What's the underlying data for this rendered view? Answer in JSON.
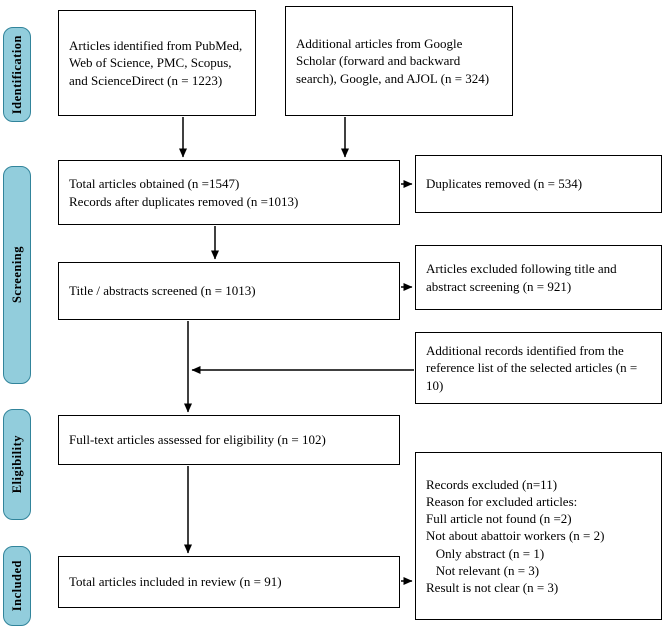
{
  "stages": [
    {
      "label": "Identification"
    },
    {
      "label": "Screening"
    },
    {
      "label": "Eligibility"
    },
    {
      "label": "Included"
    }
  ],
  "boxes": {
    "identified": "Articles identified from PubMed,\nWeb of Science, PMC, Scopus,\nand ScienceDirect (n = 1223)",
    "additional": "Additional articles from Google\nScholar (forward and backward\nsearch), Google, and AJOL (n = 324)",
    "total_obtained": "Total articles obtained (n =1547)\nRecords after duplicates removed (n =1013)",
    "duplicates_removed": "Duplicates removed (n = 534)",
    "title_screened": "Title / abstracts screened (n = 1013)",
    "excluded_title": "Articles excluded following title and\nabstract screening (n = 921)",
    "additional_reference": "Additional records identified from the\nreference list of the selected articles (n =\n10)",
    "fulltext_assessed": "Full-text articles assessed for eligibility (n = 102)",
    "included_review": "Total articles included in review (n = 91)",
    "records_excluded": "Records excluded (n=11)\nReason for excluded articles:\nFull article not found (n =2)\nNot about abattoir workers (n = 2)\n   Only abstract (n = 1)\n   Not relevant (n = 3)\nResult is not clear (n = 3)"
  },
  "colors": {
    "stage_fill": "#92CDDC",
    "stage_border": "#31849B",
    "box_border": "#000000",
    "arrow": "#000000"
  }
}
